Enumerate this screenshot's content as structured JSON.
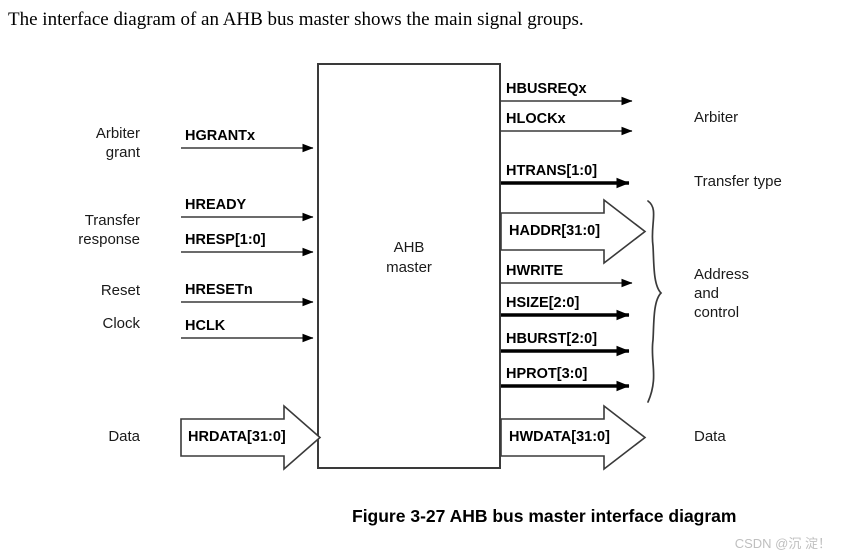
{
  "intro": {
    "text": "The interface diagram of an AHB bus master shows the main signal groups."
  },
  "diagram": {
    "block": {
      "line1": "AHB",
      "line2": "master"
    },
    "left_groups": [
      {
        "name": "arbiter-grant",
        "line1": "Arbiter",
        "line2": "grant"
      },
      {
        "name": "transfer-response",
        "line1": "Transfer",
        "line2": "response"
      },
      {
        "name": "reset",
        "line1": "Reset",
        "line2": ""
      },
      {
        "name": "clock",
        "line1": "Clock",
        "line2": ""
      },
      {
        "name": "data-in",
        "line1": "Data",
        "line2": ""
      }
    ],
    "right_groups": [
      {
        "name": "arbiter",
        "line1": "Arbiter",
        "line2": "",
        "line3": ""
      },
      {
        "name": "transfer-type",
        "line1": "Transfer type",
        "line2": "",
        "line3": ""
      },
      {
        "name": "address-and-control",
        "line1": "Address",
        "line2": "and",
        "line3": "control"
      },
      {
        "name": "data-out",
        "line1": "Data",
        "line2": "",
        "line3": ""
      }
    ],
    "input_signals": [
      {
        "name": "hgrantx",
        "label": "HGRANTx",
        "type": "single"
      },
      {
        "name": "hready",
        "label": "HREADY",
        "type": "single"
      },
      {
        "name": "hresp",
        "label": "HRESP[1:0]",
        "type": "single"
      },
      {
        "name": "hresetn",
        "label": "HRESETn",
        "type": "single"
      },
      {
        "name": "hclk",
        "label": "HCLK",
        "type": "single"
      },
      {
        "name": "hrdata",
        "label": "HRDATA[31:0]",
        "type": "bus-block"
      }
    ],
    "output_signals": [
      {
        "name": "hbusreqx",
        "label": "HBUSREQx",
        "type": "single"
      },
      {
        "name": "hlockx",
        "label": "HLOCKx",
        "type": "single"
      },
      {
        "name": "htrans",
        "label": "HTRANS[1:0]",
        "type": "bus-thick"
      },
      {
        "name": "haddr",
        "label": "HADDR[31:0]",
        "type": "bus-block"
      },
      {
        "name": "hwrite",
        "label": "HWRITE",
        "type": "single"
      },
      {
        "name": "hsize",
        "label": "HSIZE[2:0]",
        "type": "bus-thick"
      },
      {
        "name": "hburst",
        "label": "HBURST[2:0]",
        "type": "bus-thick"
      },
      {
        "name": "hprot",
        "label": "HPROT[3:0]",
        "type": "bus-thick"
      }
    ]
  },
  "caption": {
    "text": "Figure 3-27 AHB bus master interface diagram"
  },
  "watermark": {
    "text": "CSDN @沉 淀！"
  },
  "colors": {
    "stroke": "#3a3a3a",
    "bold_stroke": "#000000",
    "text": "#1a1a1a",
    "watermark": "#bfbfbf",
    "background": "#ffffff"
  }
}
